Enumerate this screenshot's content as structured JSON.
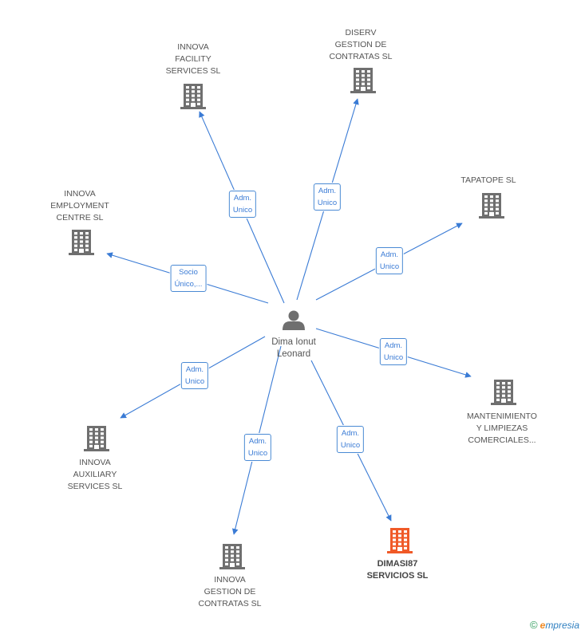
{
  "center": {
    "id": "person",
    "lines": [
      "Dima Ionut",
      "Leonard"
    ]
  },
  "companies": [
    {
      "id": "innova-facility",
      "lines": [
        "INNOVA",
        "FACILITY",
        "SERVICES SL"
      ],
      "label_pos": "above",
      "highlight": false
    },
    {
      "id": "diserv",
      "lines": [
        "DISERV",
        "GESTION DE",
        "CONTRATAS  SL"
      ],
      "label_pos": "above",
      "highlight": false
    },
    {
      "id": "tapatope",
      "lines": [
        "TAPATOPE  SL"
      ],
      "label_pos": "above",
      "highlight": false
    },
    {
      "id": "innova-employment",
      "lines": [
        "INNOVA",
        "EMPLOYMENT",
        "CENTRE SL"
      ],
      "label_pos": "above",
      "highlight": false
    },
    {
      "id": "mantenimiento",
      "lines": [
        "MANTENIMIENTO",
        "Y LIMPIEZAS",
        "COMERCIALES..."
      ],
      "label_pos": "below",
      "highlight": false
    },
    {
      "id": "innova-auxiliary",
      "lines": [
        "INNOVA",
        "AUXILIARY",
        "SERVICES SL"
      ],
      "label_pos": "below",
      "highlight": false
    },
    {
      "id": "innova-gestion",
      "lines": [
        "INNOVA",
        "GESTION DE",
        "CONTRATAS  SL"
      ],
      "label_pos": "below",
      "highlight": false
    },
    {
      "id": "dimasi87",
      "lines": [
        "DIMASI87",
        "SERVICIOS SL"
      ],
      "label_pos": "below",
      "highlight": true
    }
  ],
  "edges": [
    {
      "to": "innova-facility",
      "lines": [
        "Adm.",
        "Unico"
      ]
    },
    {
      "to": "diserv",
      "lines": [
        "Adm.",
        "Unico"
      ]
    },
    {
      "to": "tapatope",
      "lines": [
        "Adm.",
        "Unico"
      ]
    },
    {
      "to": "innova-employment",
      "lines": [
        "Socio",
        "Único,..."
      ]
    },
    {
      "to": "mantenimiento",
      "lines": [
        "Adm.",
        "Unico"
      ]
    },
    {
      "to": "innova-auxiliary",
      "lines": [
        "Adm.",
        "Unico"
      ]
    },
    {
      "to": "innova-gestion",
      "lines": [
        "Adm.",
        "Unico"
      ]
    },
    {
      "to": "dimasi87",
      "lines": [
        "Adm.",
        "Unico"
      ]
    }
  ],
  "colors": {
    "edge": "#3a7bd5",
    "building": "#6f6f6f",
    "building_highlight": "#f05a28",
    "person": "#6f6f6f"
  },
  "footer": {
    "copyright_symbol": "©",
    "brand_initial": "e",
    "brand_rest": "mpresia"
  }
}
